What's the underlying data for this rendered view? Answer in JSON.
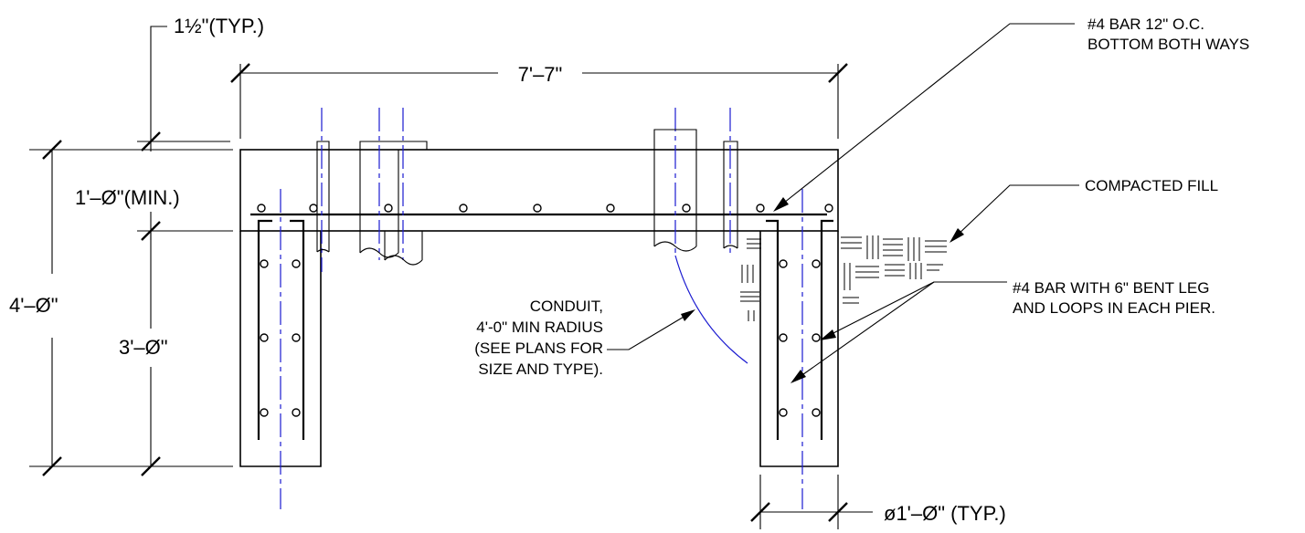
{
  "dimensions": {
    "cover_typ": "1½\"(TYP.)",
    "width": "7'–7\"",
    "top_min": "1'–Ø\"(MIN.)",
    "total_depth": "4'–Ø\"",
    "pier_depth": "3'–Ø\"",
    "pier_diameter": "ø1'–Ø\"  (TYP.)"
  },
  "notes": {
    "bottom_bar_line1": "#4 BAR 12\" O.C.",
    "bottom_bar_line2": "BOTTOM BOTH WAYS",
    "compacted_fill": "COMPACTED FILL",
    "pier_bar_line1": "#4 BAR WITH 6\" BENT LEG",
    "pier_bar_line2": "AND LOOPS IN EACH PIER.",
    "conduit_line1": "CONDUIT,",
    "conduit_line2": "4'-0\" MIN RADIUS",
    "conduit_line3": "(SEE PLANS FOR",
    "conduit_line4": "SIZE AND TYPE)."
  }
}
